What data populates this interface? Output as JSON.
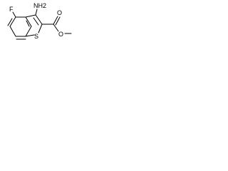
{
  "molecule": {
    "atoms": {
      "fluorine": "F",
      "amine": "NH2",
      "sulfur": "S",
      "carbonyl_oxygen": "O",
      "ester_oxygen": "O"
    }
  }
}
